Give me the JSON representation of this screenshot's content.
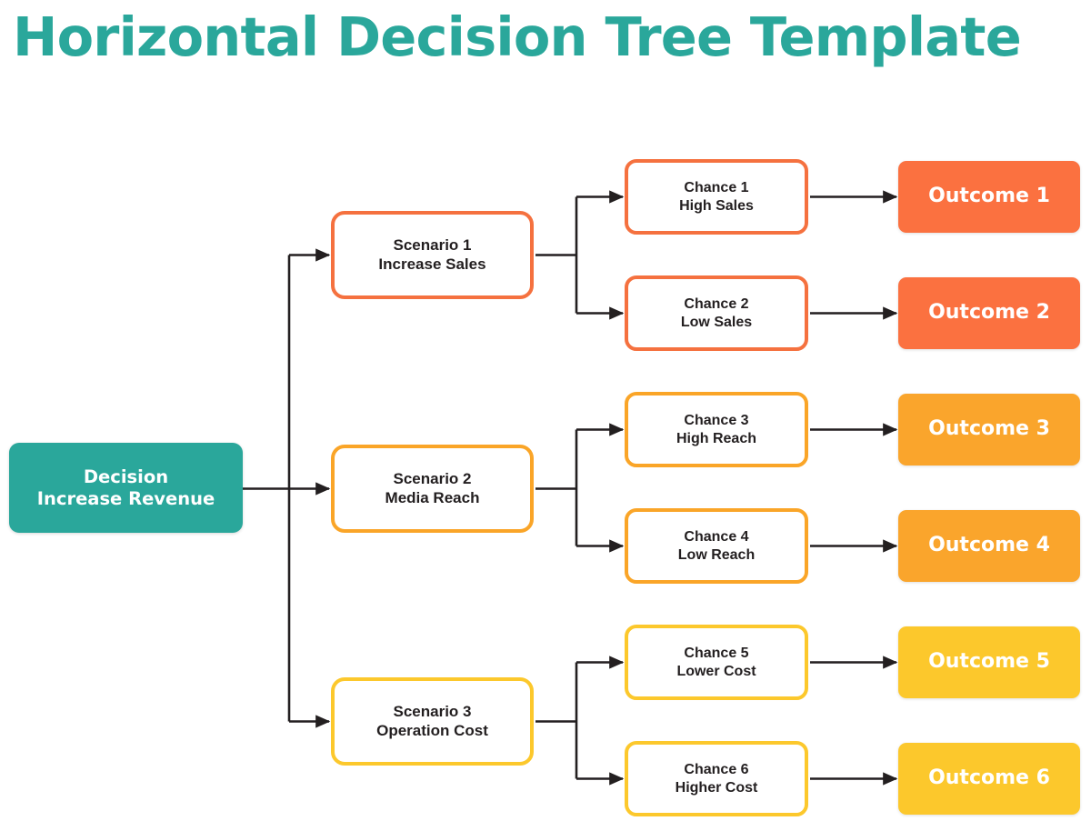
{
  "page": {
    "title": "Horizontal Decision Tree Template",
    "background": "#ffffff",
    "title_color": "#2aa79b"
  },
  "palette": {
    "teal": "#2aa79b",
    "branch1": "#f5713f",
    "branch2": "#faa528",
    "branch3": "#fcc82c",
    "outcome1": "#fb7140",
    "outcome2": "#faa52c",
    "outcome3": "#fcc82c",
    "connector": "#231f20",
    "node_text": "#231f20",
    "inverse_text": "#ffffff"
  },
  "tree": {
    "root": {
      "line1": "Decision",
      "line2": "Increase Revenue"
    },
    "branches": [
      {
        "scenario": {
          "line1": "Scenario 1",
          "line2": "Increase Sales"
        },
        "chances": [
          {
            "chance": {
              "line1": "Chance 1",
              "line2": "High Sales"
            },
            "outcome": {
              "label": "Outcome 1"
            }
          },
          {
            "chance": {
              "line1": "Chance 2",
              "line2": "Low Sales"
            },
            "outcome": {
              "label": "Outcome 2"
            }
          }
        ]
      },
      {
        "scenario": {
          "line1": "Scenario 2",
          "line2": "Media Reach"
        },
        "chances": [
          {
            "chance": {
              "line1": "Chance 3",
              "line2": "High Reach"
            },
            "outcome": {
              "label": "Outcome 3"
            }
          },
          {
            "chance": {
              "line1": "Chance 4",
              "line2": "Low Reach"
            },
            "outcome": {
              "label": "Outcome 4"
            }
          }
        ]
      },
      {
        "scenario": {
          "line1": "Scenario 3",
          "line2": "Operation Cost"
        },
        "chances": [
          {
            "chance": {
              "line1": "Chance 5",
              "line2": "Lower Cost"
            },
            "outcome": {
              "label": "Outcome 5"
            }
          },
          {
            "chance": {
              "line1": "Chance 6",
              "line2": "Higher Cost"
            },
            "outcome": {
              "label": "Outcome 6"
            }
          }
        ]
      }
    ]
  }
}
